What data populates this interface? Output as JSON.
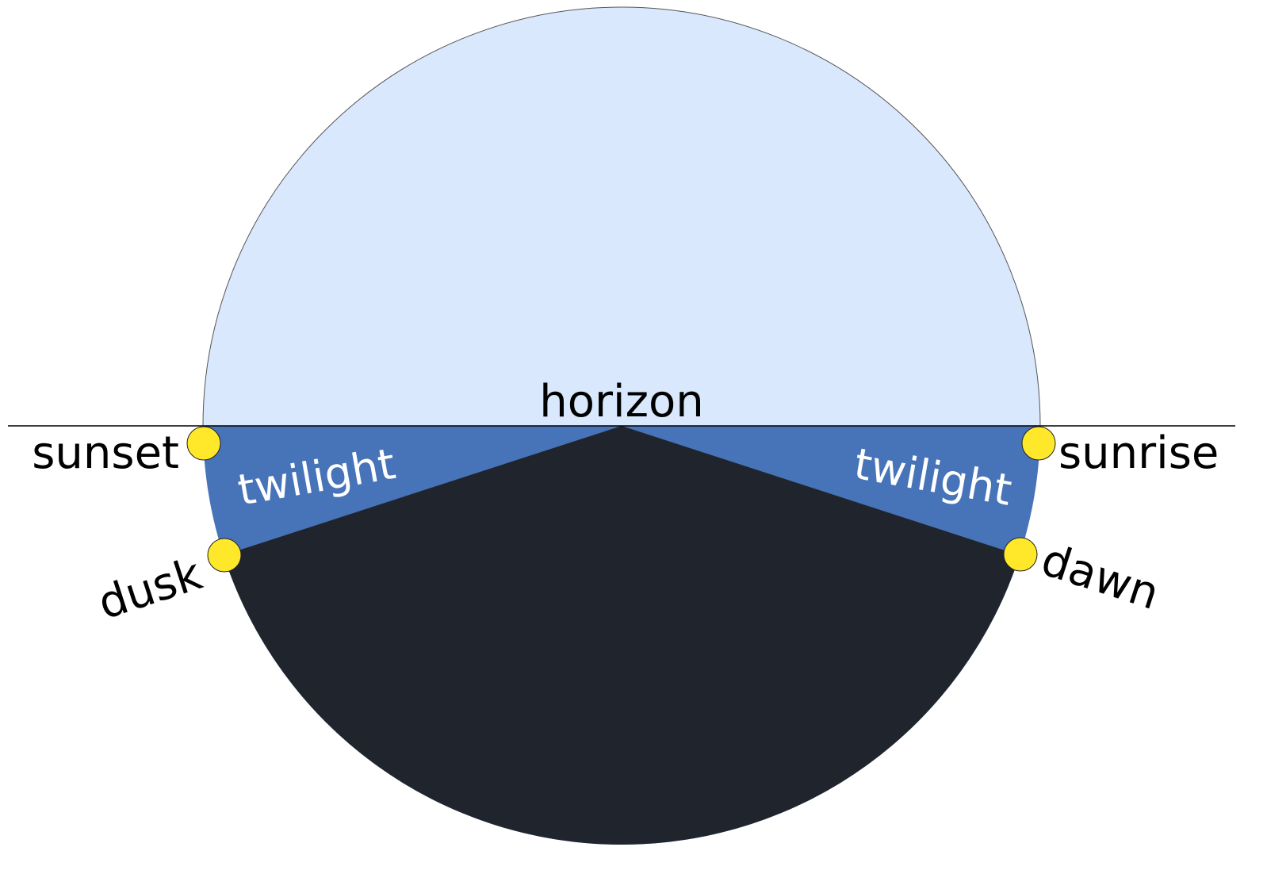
{
  "labels": {
    "horizon": "horizon",
    "sunset": "sunset",
    "sunrise": "sunrise",
    "dusk": "dusk",
    "dawn": "dawn",
    "twilight_left": "twilight",
    "twilight_right": "twilight"
  },
  "colors": {
    "sky": "#d9e8fc",
    "twilight": "#4773b9",
    "night": "#20252d",
    "sun": "#ffe82a",
    "line": "#000000"
  },
  "twilight_angle_deg": 18
}
